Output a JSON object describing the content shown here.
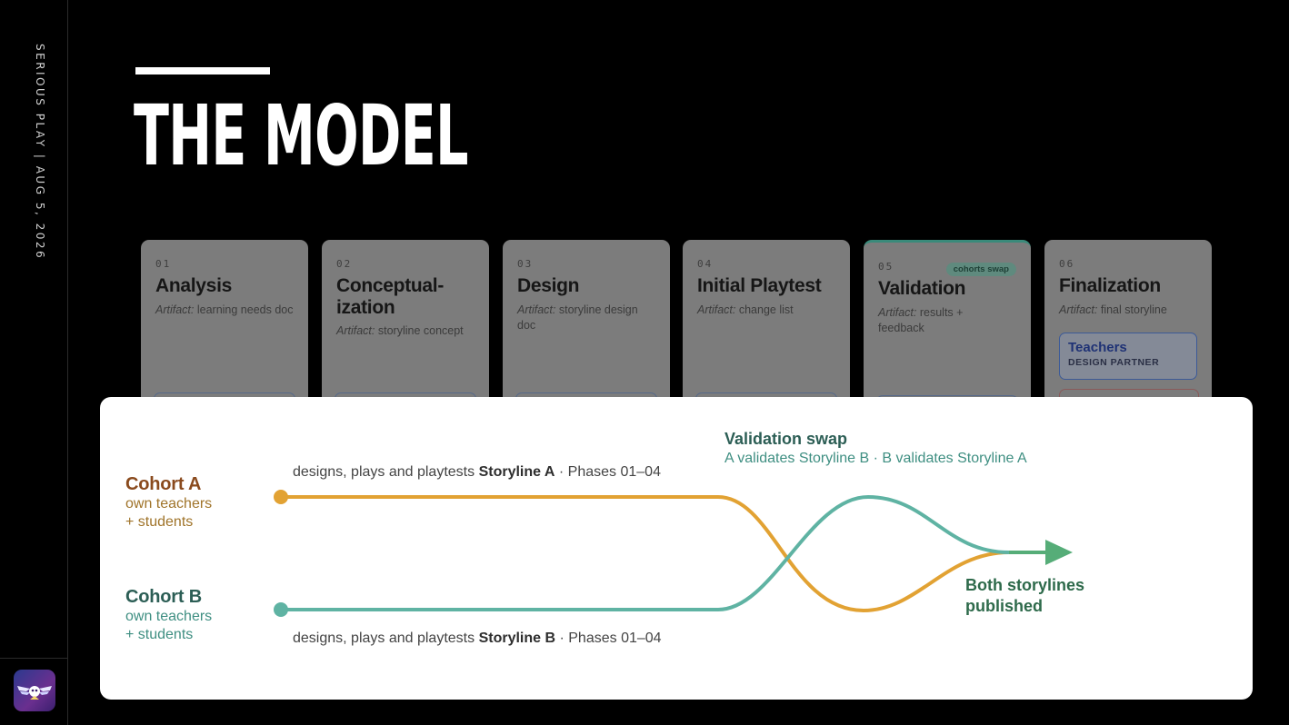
{
  "sidebar": {
    "meta": "SERIOUS PLAY  |  AUG 5, 2026",
    "logo_icon": "winged-skull-badge-icon"
  },
  "title": "THE MODEL",
  "phases": [
    {
      "num": "01",
      "title": "Analysis",
      "artifact_label": "Artifact:",
      "artifact": "learning needs doc"
    },
    {
      "num": "02",
      "title": "Conceptual-ization",
      "artifact_label": "Artifact:",
      "artifact": "storyline concept"
    },
    {
      "num": "03",
      "title": "Design",
      "artifact_label": "Artifact:",
      "artifact": "storyline design doc"
    },
    {
      "num": "04",
      "title": "Initial Playtest",
      "artifact_label": "Artifact:",
      "artifact": "change list"
    },
    {
      "num": "05",
      "title": "Validation",
      "artifact_label": "Artifact:",
      "artifact": "results + feedback",
      "tag": "cohorts swap"
    },
    {
      "num": "06",
      "title": "Finalization",
      "artifact_label": "Artifact:",
      "artifact": "final storyline",
      "role_name": "Teachers",
      "role_desc": "DESIGN PARTNER"
    }
  ],
  "flow": {
    "cohort_a": {
      "name": "Cohort A",
      "line1": "own teachers",
      "line2": "+ students"
    },
    "cohort_b": {
      "name": "Cohort B",
      "line1": "own teachers",
      "line2": "+ students"
    },
    "label_a_pre": "designs, plays and playtests ",
    "label_a_bold": "Storyline A",
    "label_a_post": " · Phases 01–04",
    "label_b_pre": "designs, plays and playtests ",
    "label_b_bold": "Storyline B",
    "label_b_post": " · Phases 01–04",
    "swap_title": "Validation swap",
    "swap_desc": "A validates Storyline B · B validates Storyline A",
    "outcome_line1": "Both storylines",
    "outcome_line2": "published"
  },
  "colors": {
    "cohort_a": "#e2a233",
    "cohort_a_text": "#8a4a1d",
    "cohort_a_sub": "#a0742a",
    "cohort_b": "#5fb3a3",
    "cohort_b_text": "#2c5e55",
    "cohort_b_sub": "#3f8f82",
    "outcome": "#56ad78",
    "outcome_text": "#2e6a4b"
  }
}
